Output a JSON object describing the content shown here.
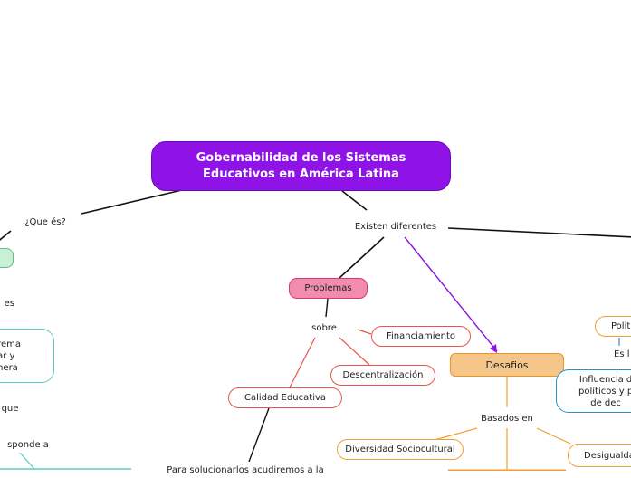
{
  "root": {
    "title": "Gobernabilidad de los Sistemas Educativos en América Latina"
  },
  "left": {
    "que_es": "¿Que és?",
    "frag_es": "es",
    "frag_box_lines": "rema\nar y\nnera",
    "frag_que": "que",
    "frag_responde": "sponde a"
  },
  "center": {
    "existen": "Existen diferentes",
    "problemas": "Problemas",
    "sobre": "sobre",
    "financiamiento": "Financiamiento",
    "descentralizacion": "Descentralización",
    "calidad": "Calidad Educativa",
    "bottom_text": "Para solucionarlos acudiremos a la"
  },
  "desafios": {
    "label": "Desafios",
    "basados": "Basados en",
    "diversidad": "Diversidad Sociocultural",
    "desigualdad": "Desigualdad"
  },
  "right": {
    "politi": "Polit",
    "esl": "Es l",
    "influencia": "Influencia d\npolíticos y p\nde dec"
  },
  "colors": {
    "root": "#8f12e6",
    "problemas": "#f28bb0",
    "desafios": "#f5c68a",
    "connector_purple": "#8f12e6",
    "connector_red": "#e5574c",
    "connector_orange": "#f0a030",
    "teal": "#5ccac0"
  }
}
